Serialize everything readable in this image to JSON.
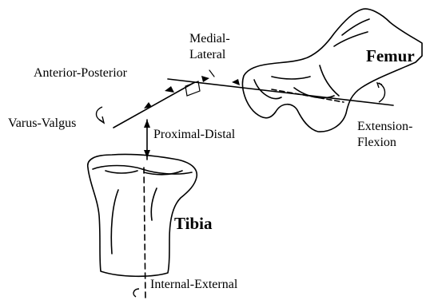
{
  "labels": {
    "medial_lateral_1": "Medial-",
    "medial_lateral_2": "Lateral",
    "anterior_posterior": "Anterior-Posterior",
    "varus_valgus": "Varus-Valgus",
    "proximal_distal": "Proximal-Distal",
    "extension_flexion_1": "Extension-",
    "extension_flexion_2": "Flexion",
    "internal_external": "Internal-External",
    "femur": "Femur",
    "tibia": "Tibia"
  }
}
